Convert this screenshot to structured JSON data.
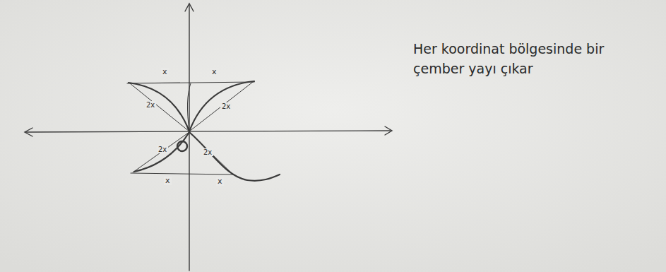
{
  "diagram": {
    "labels": [
      "x",
      "x",
      "2x",
      "2x",
      "2x",
      "2x",
      "x",
      "x",
      "Her koordinat bölgesinde bir çember yayı çıkar"
    ]
  }
}
